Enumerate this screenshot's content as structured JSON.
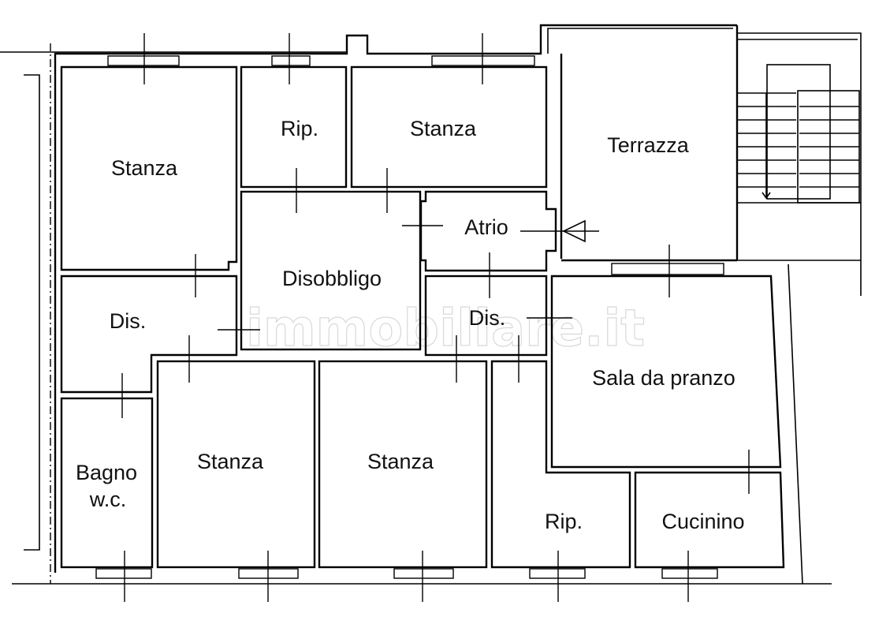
{
  "rooms": [
    {
      "id": "stanza-nw",
      "label": "Stanza"
    },
    {
      "id": "rip-n",
      "label": "Rip."
    },
    {
      "id": "stanza-n",
      "label": "Stanza"
    },
    {
      "id": "terrazza",
      "label": "Terrazza"
    },
    {
      "id": "atrio",
      "label": "Atrio"
    },
    {
      "id": "disobbligo",
      "label": "Disobbligo"
    },
    {
      "id": "dis-w",
      "label": "Dis."
    },
    {
      "id": "dis-c",
      "label": "Dis."
    },
    {
      "id": "sala-da-pranzo",
      "label": "Sala da pranzo"
    },
    {
      "id": "bagno",
      "label": "Bagno"
    },
    {
      "id": "bagno-wc",
      "label": "w.c."
    },
    {
      "id": "stanza-sw",
      "label": "Stanza"
    },
    {
      "id": "stanza-s",
      "label": "Stanza"
    },
    {
      "id": "rip-s",
      "label": "Rip."
    },
    {
      "id": "cucinino",
      "label": "Cucinino"
    }
  ],
  "watermark": "immobiliare.it",
  "colors": {
    "line": "#000000",
    "background": "#ffffff",
    "watermark": "#cfcfcf"
  }
}
